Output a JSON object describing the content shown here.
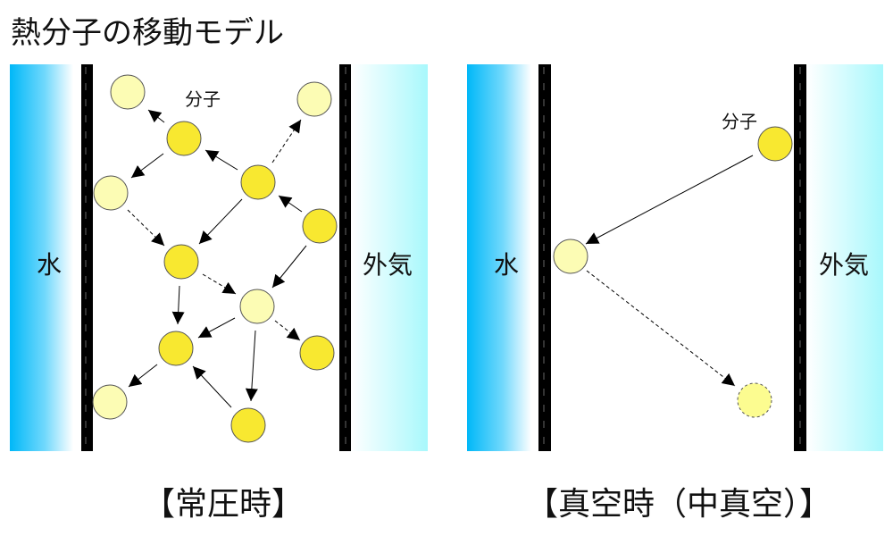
{
  "title": "熱分子の移動モデル",
  "panels": [
    {
      "water_label": "水",
      "air_label": "外気",
      "molecule_label": "分子",
      "caption": "【常圧時】"
    },
    {
      "water_label": "水",
      "air_label": "外気",
      "molecule_label": "分子",
      "caption": "【真空時（中真空）】"
    }
  ],
  "colors": {
    "molecule": "#f8e830",
    "molecule_faded": "#fcfcb4",
    "wall": "#000000",
    "water": "#00b8f8",
    "air": "#a8f8fc"
  }
}
